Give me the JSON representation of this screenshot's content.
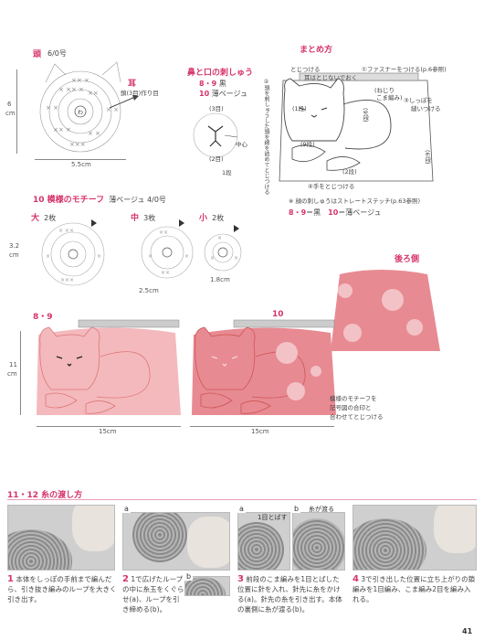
{
  "head_chart": {
    "title": "頭",
    "yarn": "6/0号",
    "ear_label": "耳",
    "ear_note": "鎖(3目)作り目",
    "height": "6",
    "unit": "cm",
    "width": "5.5cm"
  },
  "embroidery": {
    "title": "鼻と口の刺しゅう",
    "line1_nums": "8・9",
    "line1_color": "黒",
    "line2_num": "10",
    "line2_color": "薄ベージュ",
    "top_label": "(3目)",
    "center_label": "中心",
    "bottom_label": "(2目)",
    "rows_label": "1段"
  },
  "assembly": {
    "title": "まとめ方",
    "sew_on": "とじつける",
    "ear_no_sew": "耳はとじないでおく",
    "fastener_num": "①",
    "fastener": "ファスナーをつける(p.6参照)",
    "twist": "(ねじり",
    "twist2": "こま編み)",
    "tail_num": "③",
    "tail": "しっぽを",
    "tail2": "縫いつける",
    "head_num": "②",
    "head_note": "頭を刺しゅうした頭を綿を詰めてとじつける",
    "rows_1": "(1段)",
    "rows_9": "(9段)",
    "rows_9b": "(9段)",
    "rows_6": "(6段)",
    "rows_2": "(2段)",
    "hands_num": "④",
    "hands": "手をとじつける",
    "face_note": "※ 顔の刺しゅうはストレートステッチ(p.63参照)",
    "c1_num": "8・9",
    "c1": "＝黒",
    "c2_num": "10",
    "c2": "＝薄ベージュ"
  },
  "motif": {
    "title": "10 模様のモチーフ",
    "yarn": "薄ベージュ 4/0号",
    "large_label": "大",
    "large_count": "2枚",
    "medium_label": "中",
    "medium_count": "3枚",
    "small_label": "小",
    "small_count": "2枚",
    "large_size": "3.2",
    "large_unit": "cm",
    "medium_size": "2.5cm",
    "small_size": "1.8cm"
  },
  "back_view": {
    "label": "後ろ側"
  },
  "finished": {
    "left_label": "8・9",
    "right_label": "10",
    "height": "11",
    "unit": "cm",
    "width_left": "15cm",
    "width_right": "15cm",
    "motif_note_1": "模様のモチーフを",
    "motif_note_2": "記号図の合印と",
    "motif_note_3": "合わせてとじつける"
  },
  "yarn_section": {
    "title": "11・12 糸の渡し方",
    "step1_num": "1",
    "step1": "本体をしっぽの手前まで編んだら、引き抜き編みのループを大きく引き出す。",
    "step2_num": "2",
    "step2": "1で広げたループの中に糸玉をくぐらせ(a)、ループを引き締める(b)。",
    "step3_num": "3",
    "step3": "前段のこま編みを1目とばした位置に針を入れ、針先に糸をかける(a)。針先の糸を引き出す。本体の裏側に糸が渡る(b)。",
    "step4_num": "4",
    "step4": "3で引き出した位置に立ち上がりの鎖編みを1目編み、こま編み2目を編み入れる。",
    "photo_a": "a",
    "photo_b": "b",
    "skip_label": "1目とばす",
    "yarn_cross": "糸が渡る"
  },
  "page_number": "41"
}
